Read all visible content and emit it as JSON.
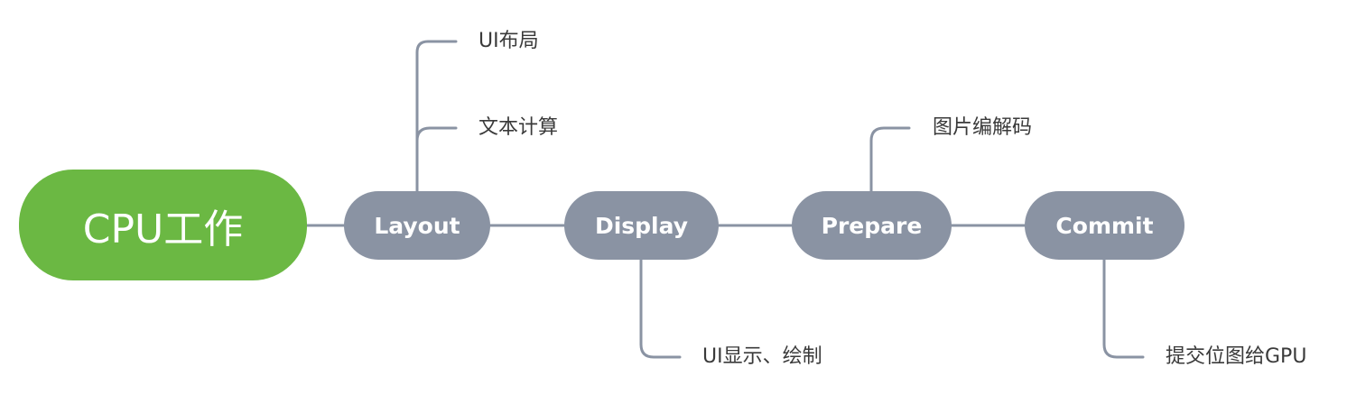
{
  "root": {
    "label": "CPU工作"
  },
  "steps": [
    {
      "label": "Layout"
    },
    {
      "label": "Display"
    },
    {
      "label": "Prepare"
    },
    {
      "label": "Commit"
    }
  ],
  "leaves": {
    "layout": [
      "UI布局",
      "文本计算"
    ],
    "display": [
      "UI显示、绘制"
    ],
    "prepare": [
      "图片编解码"
    ],
    "commit": [
      "提交位图给GPU"
    ]
  },
  "colors": {
    "root_fill": "#6bb843",
    "step_fill": "#8a93a3",
    "connector": "#8a93a3",
    "leaf_text": "#3a3a3a"
  }
}
